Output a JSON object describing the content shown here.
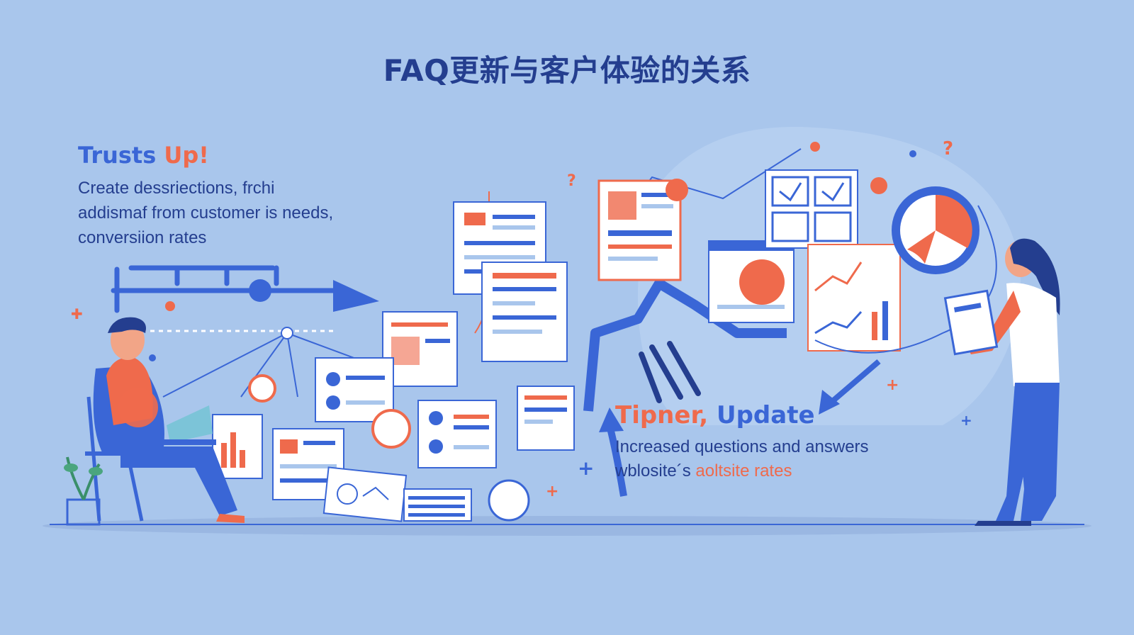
{
  "title": "FAQ更新与客户体验的关系",
  "left_block": {
    "heading_part1": "Trusts ",
    "heading_part2": "Up!",
    "line1": "Create dessriections, frchi",
    "line2": "addismaf from customer is needs,",
    "line3": "conversiion rates"
  },
  "right_block": {
    "heading_part1": "Tipner, ",
    "heading_part2": "Update",
    "line1": "Increased questions and answers",
    "line2_part1": "wblosite´s ",
    "line2_part2": "aoltsite rates"
  },
  "colors": {
    "background": "#a9c6ec",
    "primary_blue": "#3a66d6",
    "dark_blue": "#243e8f",
    "orange": "#ef6a4c",
    "white": "#ffffff"
  }
}
